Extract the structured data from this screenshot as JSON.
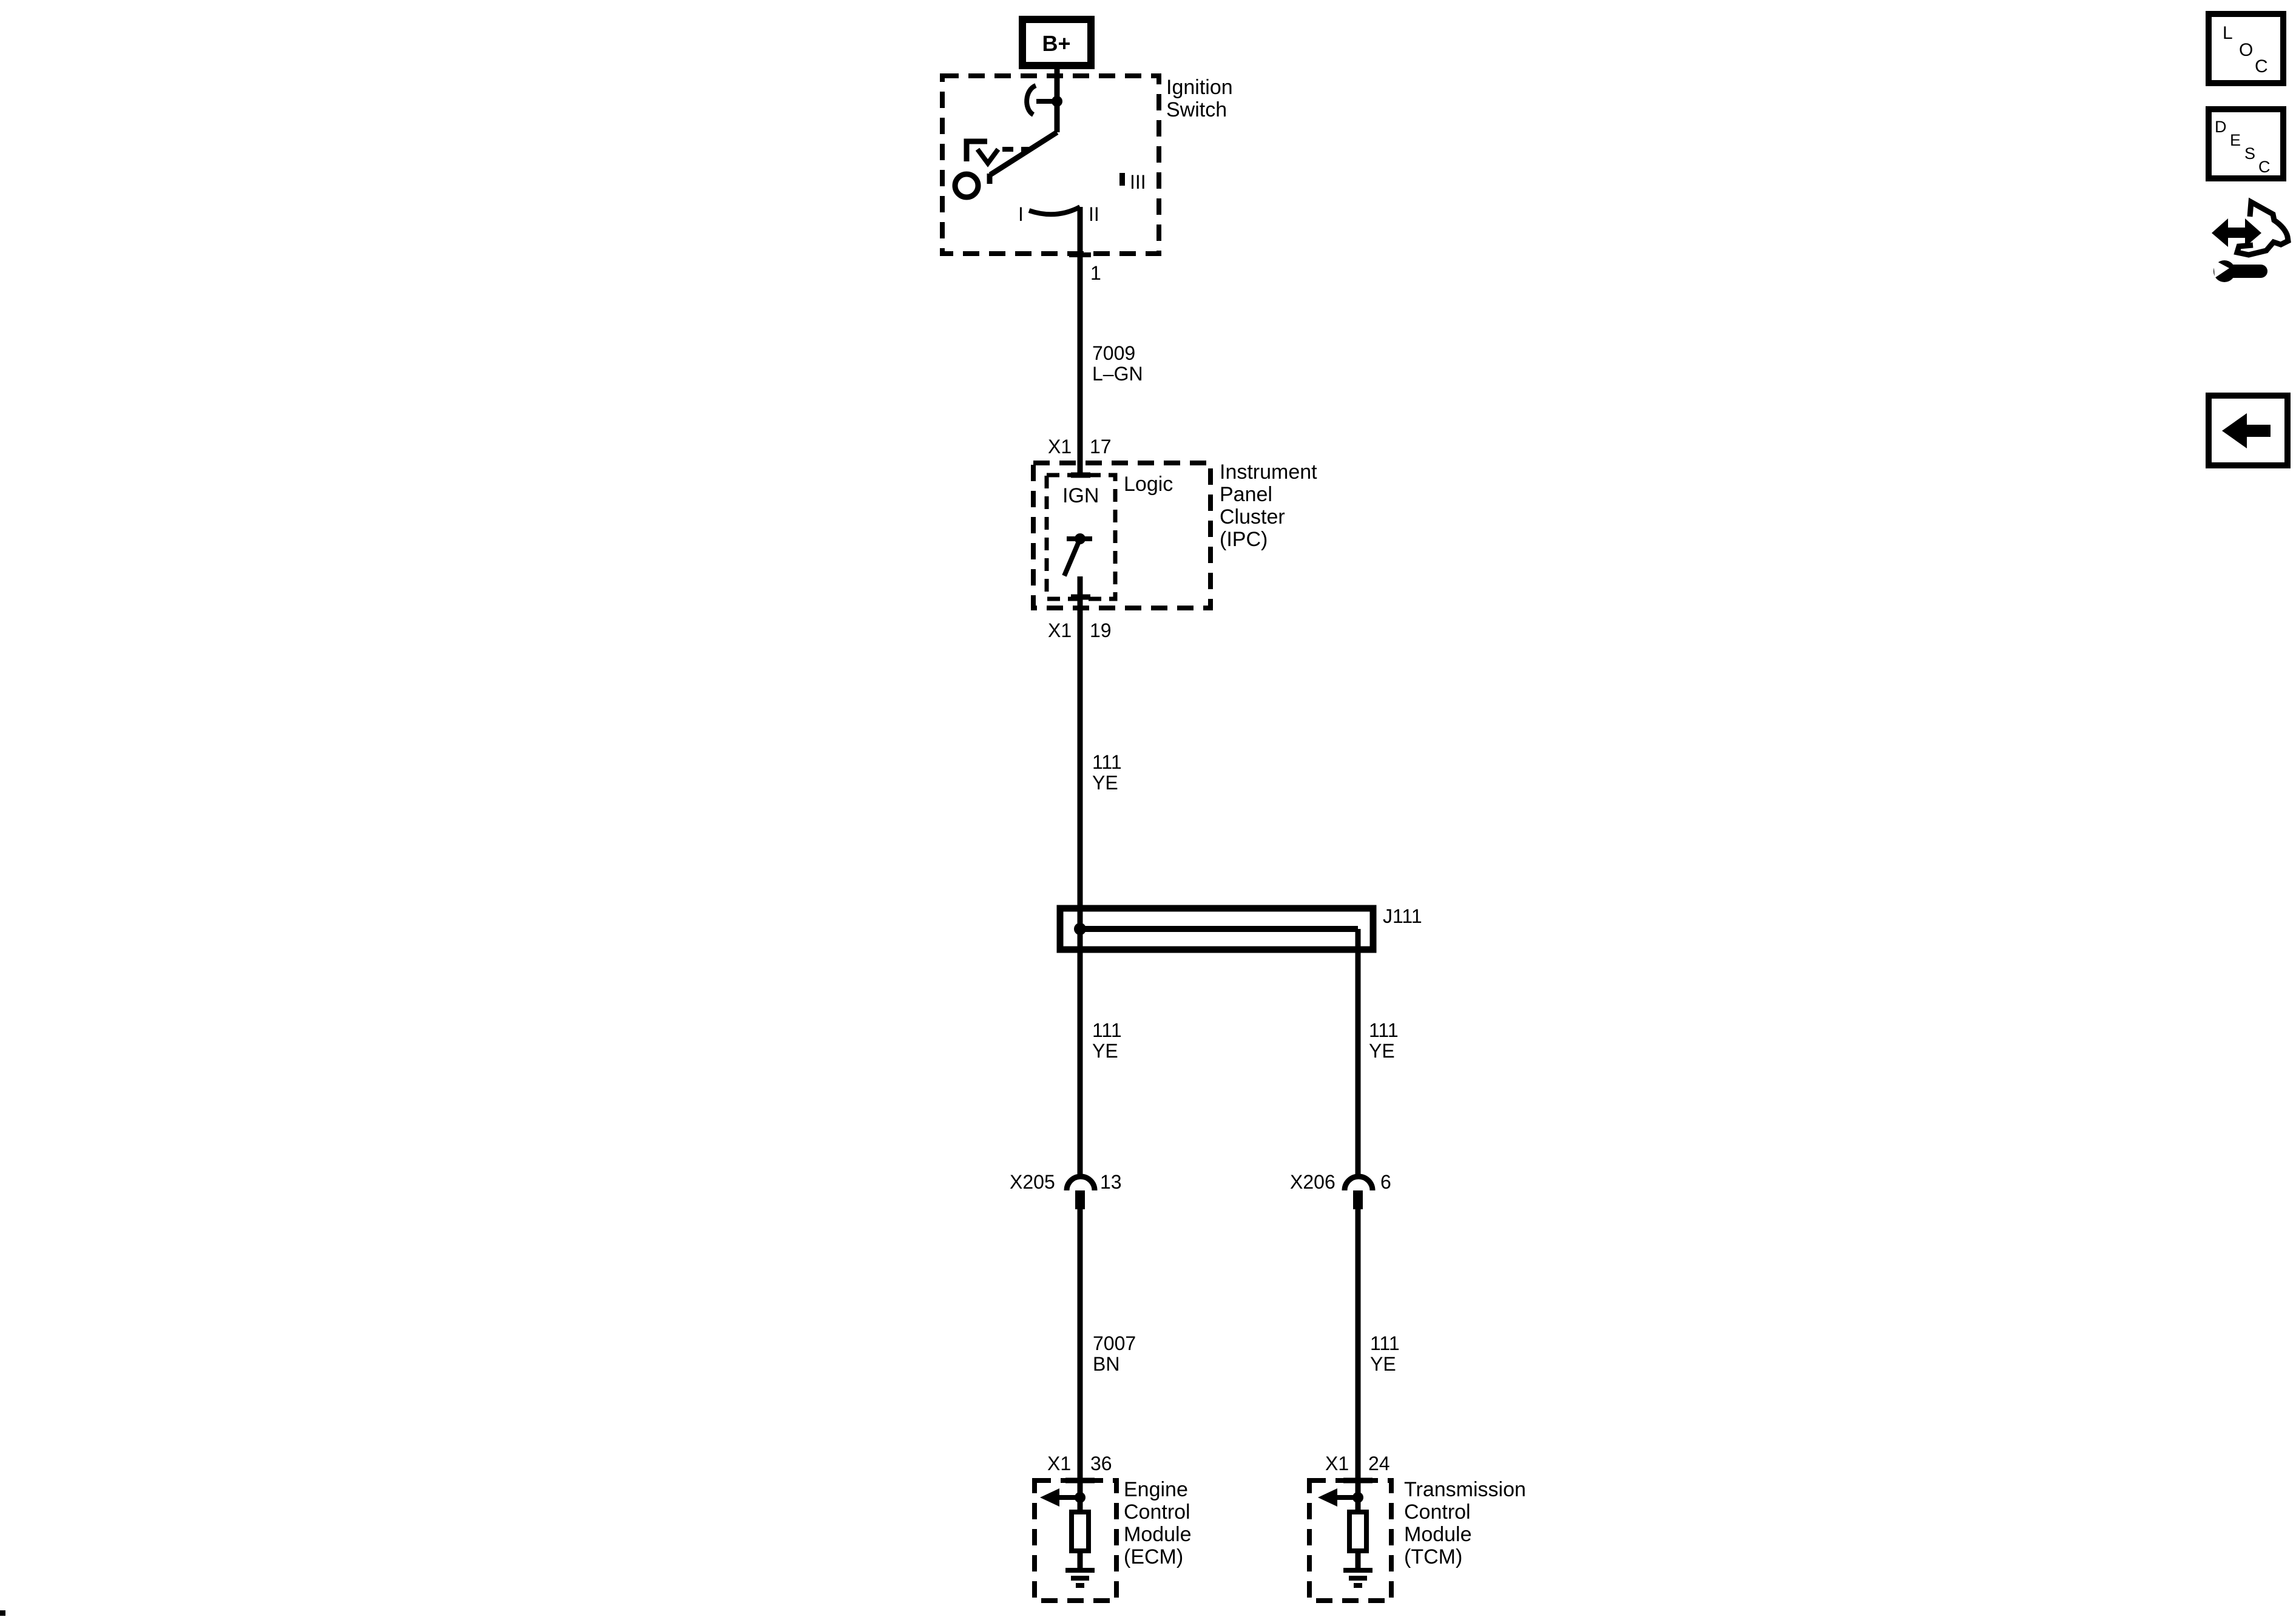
{
  "toolbar": {
    "loc_letters": [
      "L",
      "O",
      "C"
    ],
    "desc_letters": [
      "D",
      "E",
      "S",
      "C"
    ]
  },
  "schematic": {
    "power_label": "B+",
    "ignition_switch": {
      "title": [
        "Ignition",
        "Switch"
      ],
      "pos_i": "I",
      "pos_ii": "II",
      "pos_iii": "III",
      "out_pin": "1"
    },
    "wire_ign_to_ipc": {
      "circuit": "7009",
      "color": "L–GN"
    },
    "ipc": {
      "in_conn": "X1",
      "in_pin": "17",
      "ign_label": "IGN",
      "logic_label": "Logic",
      "title": [
        "Instrument",
        "Panel",
        "Cluster",
        "(IPC)"
      ],
      "out_conn": "X1",
      "out_pin": "19"
    },
    "wire_ipc_to_splice": {
      "circuit": "111",
      "color": "YE"
    },
    "splice_label": "J111",
    "left_branch": {
      "wire_upper": {
        "circuit": "111",
        "color": "YE"
      },
      "conn": "X205",
      "pin": "13",
      "wire_lower": {
        "circuit": "7007",
        "color": "BN"
      },
      "module": {
        "in_conn": "X1",
        "in_pin": "36",
        "title": [
          "Engine",
          "Control",
          "Module",
          "(ECM)"
        ]
      }
    },
    "right_branch": {
      "wire_upper": {
        "circuit": "111",
        "color": "YE"
      },
      "conn": "X206",
      "pin": "6",
      "wire_lower": {
        "circuit": "111",
        "color": "YE"
      },
      "module": {
        "in_conn": "X1",
        "in_pin": "24",
        "title": [
          "Transmission",
          "Control",
          "Module",
          "(TCM)"
        ]
      }
    }
  },
  "colors": {
    "ink": "#000000",
    "paper": "#ffffff"
  }
}
